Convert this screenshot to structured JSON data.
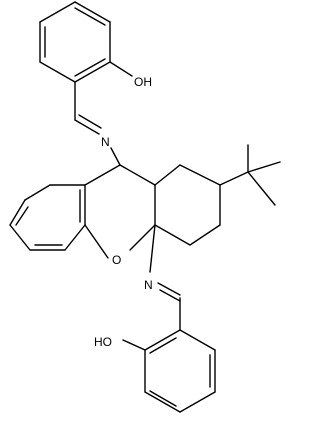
{
  "labels": {
    "top_hydroxyl": "OH",
    "top_imine_n": "N",
    "ring_oxygen": "O",
    "bottom_imine_n": "N",
    "bottom_hydroxyl": "HO"
  },
  "colors": {
    "bond": "#000000",
    "text": "#000000",
    "background": "#ffffff"
  }
}
